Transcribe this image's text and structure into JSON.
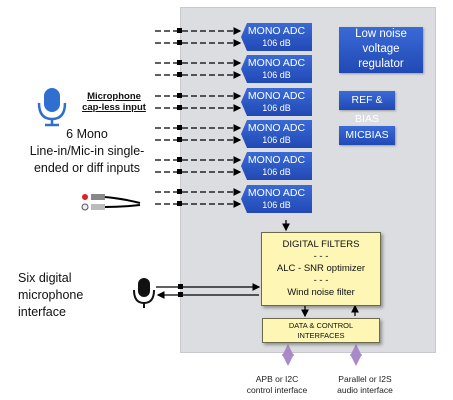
{
  "adcs": [
    {
      "line1": "MONO ADC",
      "line2": "106 dB"
    },
    {
      "line1": "MONO ADC",
      "line2": "106 dB"
    },
    {
      "line1": "MONO ADC",
      "line2": "106 dB"
    },
    {
      "line1": "MONO ADC",
      "line2": "106 dB"
    },
    {
      "line1": "MONO ADC",
      "line2": "106 dB"
    },
    {
      "line1": "MONO ADC",
      "line2": "106 dB"
    }
  ],
  "regulator": {
    "line1": "Low noise",
    "line2": "voltage",
    "line3": "regulator"
  },
  "refbias": "REF & BIAS",
  "micbias": "MICBIAS",
  "filters": {
    "title": "DIGITAL FILTERS",
    "sep1": "- - -",
    "alc": "ALC - SNR optimizer",
    "sep2": "- - -",
    "wind": "Wind noise filter"
  },
  "iface": {
    "line1": "DATA & CONTROL",
    "line2": "INTERFACES"
  },
  "labels": {
    "capless1": "Microphone",
    "capless2": "cap-less input",
    "mono1": "6 Mono",
    "mono2": "Line-in/Mic-in single-",
    "mono3": "ended or diff inputs",
    "digmic1": "Six digital",
    "digmic2": "microphone",
    "digmic3": "interface",
    "apb1": "APB or I2C",
    "apb2": "control interface",
    "par1": "Parallel or I2S",
    "par2": "audio interface"
  },
  "colors": {
    "blue": "#2a56c6",
    "yellow": "#fdf6b5",
    "chip": "#dcdde0",
    "arrow_purple": "#a98ac8",
    "mic_blue": "#2f6fd0"
  },
  "icons": [
    "microphone-icon",
    "rca-jack-icon",
    "digital-microphone-icon"
  ]
}
